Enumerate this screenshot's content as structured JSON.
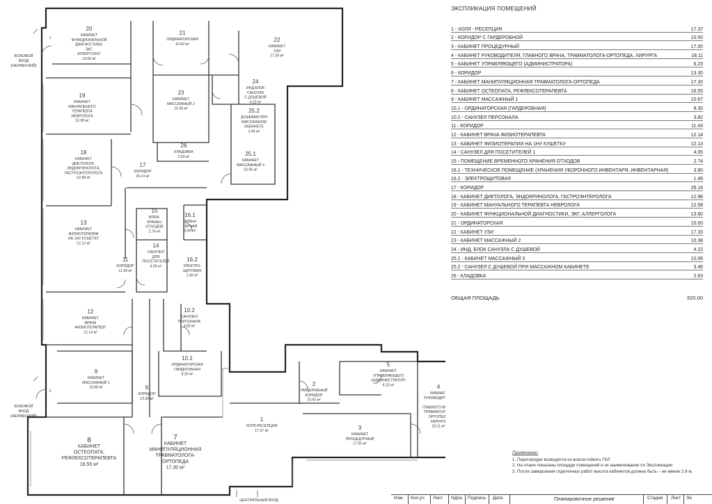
{
  "explication": {
    "title": "ЭКСПЛИКАЦИЯ ПОМЕЩЕНИЙ",
    "rows": [
      {
        "label": "1 - ХОЛЛ - РЕСЕПЦИЯ",
        "area": "17.37"
      },
      {
        "label": "2 - КОРИДОР С ГАРДЕРОБНОЙ",
        "area": "10.50"
      },
      {
        "label": "3 - КАБИНЕТ ПРОЦЕДУРНЫЙ",
        "area": "17.00"
      },
      {
        "label": "4 - КАБИНЕТ РУКОВОДИТЕЛЯ, ГЛАВНОГО ВРАЧА, ТРАВМАТОЛОГА-ОРТОПЕДА, ХИРУРГА",
        "area": "18.11"
      },
      {
        "label": "5 - КАБИНЕТ УПРАВЛЯЮЩЕГО (АДМИНИСТРАТОРА)",
        "area": "6.23"
      },
      {
        "label": "6 - КОРИДОР",
        "area": "13.30"
      },
      {
        "label": "7 - КАБИНЕТ МАНИПУЛЯЦИОННАЯ ТРАВМАТОЛОГА-ОРТОПЕДА",
        "area": "17.30"
      },
      {
        "label": "8 - КАБИНЕТ ОСТЕОПАТА, РЕФЛЕКСОТЕРАПЕВТА",
        "area": "16.55"
      },
      {
        "label": "9 - КАБИНЕТ МАССАЖНЫЙ 1",
        "area": "10.67"
      },
      {
        "label": "10.1 - ОРДИНАТОРСКАЯ (ГАРДЕРОБНАЯ)",
        "area": "8.30"
      },
      {
        "label": "10.2 - САНУЗЕЛ ПЕРСОНАЛА",
        "area": "3.82"
      },
      {
        "label": "11 - КОРИДОР",
        "area": "11.43"
      },
      {
        "label": "12 - КАБИНЕТ ВРАЧА ФИЗИОТЕРАПЕВТА",
        "area": "12.14"
      },
      {
        "label": "13 - КАБИНЕТ ФИЗИОТЕРАПИИ НА 1НУ КУШЕТКУ",
        "area": "12.13"
      },
      {
        "label": "14 - САНУЗЕЛ ДЛЯ ПОСЕТИТЕЛЕЙ 1",
        "area": "4.05"
      },
      {
        "label": "15 - ПОМЕЩЕНИЕ ВРЕМЕННОГО ХРАНЕНИЯ ОТХОДОВ",
        "area": "2.74"
      },
      {
        "label": "16.1 - ТЕХНИЧЕСКОЕ ПОМЕЩЕНИЕ (ХРАНЕНИЯ УБОРОЧНОГО ИНВЕНТАРЯ, ИНВЕНТАРНАЯ)",
        "area": "3.90"
      },
      {
        "label": "16.2 - ЭЛЕКТРОЩИТОВАЯ",
        "area": "1.49"
      },
      {
        "label": "17 - КОРИДОР",
        "area": "26.14"
      },
      {
        "label": "18 - КАБИНЕТ ДИЕТОЛОГА, ЭНДОКРИНОЛОГА, ГАСТРОЭНТЕРОЛОГА",
        "area": "12.98"
      },
      {
        "label": "19 - КАБИНЕТ МАНУАЛЬНОГО ТЕРАПЕВТА НЕВРОЛОГА",
        "area": "12.58"
      },
      {
        "label": "20 - КАБИНЕТ ФУНКЦИОНАЛЬНОЙ ДИАГНОСТИКИ, ЭКГ, АЛЛЕРГОЛОГА",
        "area": "13.60"
      },
      {
        "label": "21 - ОРДИНАТОРСКАЯ",
        "area": "10.00"
      },
      {
        "label": "22 - КАБИНЕТ УЗИ",
        "area": "17.33"
      },
      {
        "label": "23 - КАБИНЕТ МАССАЖНЫЙ 2",
        "area": "10.38"
      },
      {
        "label": "24 - ИНД. БЛОК САНУЗЛА С ДУШЕВОЙ",
        "area": "4.22"
      },
      {
        "label": "25.1 - КАБИНЕТ МАССАЖНЫЙ 3",
        "area": "10.06"
      },
      {
        "label": "25.2 - САНУЗЕЛ С ДУШЕВОЙ ПРИ МАССАЖНОМ КАБИНЕТЕ",
        "area": "3.46"
      },
      {
        "label": "26 - КЛАДОВКА",
        "area": "2.63"
      }
    ],
    "total_label": "ОБЩАЯ ПЛОЩАДЬ",
    "total_value": "320.00"
  },
  "notes": {
    "title": "Примечание:",
    "lines": [
      "1. Перегородки возводятся из влагостойкого ГКЛ",
      "2. На плане показаны площади помещений и их наименование по Экспликации",
      "3. После завершения отделочных работ высота кабинетов должна быть – не менее 2.6 м."
    ]
  },
  "stamp": {
    "cells": [
      "Изм.",
      "Кол.уч",
      "Лист",
      "NДок.",
      "Подпись",
      "Дата",
      "Планировочное решение",
      "Стадия",
      "Лист",
      "Ли"
    ]
  },
  "plan": {
    "rooms": [
      {
        "id": "20",
        "lines": [
          "КАБИНЕТ",
          "ФУНКЦИОНАЛЬНОЙ",
          "ДИАГНОСТИКИ,",
          "ЭКГ,",
          "АЛЛЕРГОЛОГ",
          "13.60 м²"
        ]
      },
      {
        "id": "21",
        "lines": [
          "ОРДИНАТОРСКАЯ",
          "10.00 м²"
        ]
      },
      {
        "id": "22",
        "lines": [
          "КАБИНЕТ",
          "УЗИ",
          "17.33 м²"
        ]
      },
      {
        "id": "19",
        "lines": [
          "КАБИНЕТ",
          "МАНУАЛЬНОГО",
          "ТЕРАПЕВТА",
          "НЕВРОЛОГА",
          "12.58 м²"
        ]
      },
      {
        "id": "23",
        "lines": [
          "КАБИНЕТ",
          "МАССАЖНЫЙ 2",
          "10.38 м²"
        ]
      },
      {
        "id": "24",
        "lines": [
          "ИНД.БЛОК",
          "САНУЗЛА",
          "С ДУШЕВОЙ",
          "4.22 м²"
        ]
      },
      {
        "id": "25.2",
        "lines": [
          "ДУШЕВАЯ ПРИ",
          "МАССАЖНОМ",
          "КАБИНЕТЕ",
          "3.46 м²"
        ]
      },
      {
        "id": "18",
        "lines": [
          "КАБИНЕТ",
          "ДИЕТОЛОГА,",
          "ЭНДОКРИНОЛОГА,",
          "ГАСТРОЭНТЕРОЛОГА",
          "12.98 м²"
        ]
      },
      {
        "id": "26",
        "lines": [
          "КЛАДОВКА",
          "2.63 м²"
        ]
      },
      {
        "id": "17",
        "lines": [
          "КОРИДОР",
          "26.14 м²"
        ]
      },
      {
        "id": "25.1",
        "lines": [
          "КАБИНЕТ",
          "МАССАЖНЫЙ 3",
          "10.06 м²"
        ]
      },
      {
        "id": "15",
        "lines": [
          "ВРЕМ.",
          "ХРАНЕН.",
          "ОТХОДОВ",
          "2.74 м²"
        ]
      },
      {
        "id": "16.1",
        "lines": [
          "ИНВЕН-",
          "ТАРНАЯ",
          "3.90 м²"
        ]
      },
      {
        "id": "13",
        "lines": [
          "КАБИНЕТ",
          "ФИЗИОТЕРАПИИ",
          "НА 1НУ КУШЕТКУ",
          "12.13 м²"
        ]
      },
      {
        "id": "14",
        "lines": [
          "САНУЗЕЛ",
          "ДЛЯ",
          "ПОСЕТИТЕЛЕЙ",
          "4.05 м²"
        ]
      },
      {
        "id": "16.2",
        "lines": [
          "ЭЛЕКТРО-",
          "ЩИТОВАЯ",
          "1.49 м²"
        ]
      },
      {
        "id": "11",
        "lines": [
          "КОРИДОР",
          "11.43 м²"
        ]
      },
      {
        "id": "10.2",
        "lines": [
          "САНУЗЕЛ",
          "ПЕРСОНАЛА",
          "3.82 м²"
        ]
      },
      {
        "id": "12",
        "lines": [
          "КАБИНЕТ",
          "ВРАЧА",
          "ФИЗИОТЕРАПЕВТ",
          "12.14 м²"
        ]
      },
      {
        "id": "10.1",
        "lines": [
          "ОРДИНАТОРСКАЯ",
          "ГАРДЕРОБНАЯ",
          "8.30 м²"
        ]
      },
      {
        "id": "5",
        "lines": [
          "КАБИНЕТ",
          "УПРАВЛЯЮЩЕГО",
          "(АДМИНИСТРАТОР)",
          "6.23 м²"
        ]
      },
      {
        "id": "9",
        "lines": [
          "КАБИНЕТ",
          "МАССАЖНЫЙ 1",
          "10.68 м²"
        ]
      },
      {
        "id": "2",
        "lines": [
          "ГАРДЕРОБНЫЙ",
          "КОРИДОР",
          "10.50 м²"
        ]
      },
      {
        "id": "6",
        "lines": [
          "КОРИДОР",
          "13.30 м²"
        ]
      },
      {
        "id": "4",
        "lines": [
          "КАБИНЕТ",
          "РУКОВОДИТЕЛЯ",
          "",
          "ГЛАВНОГО ВРАЧА,",
          "ТРАВМАТОЛОГА-",
          "ОРТОПЕДА",
          "ХИРУРГА",
          "18.11 м²"
        ]
      },
      {
        "id": "1",
        "lines": [
          "ХОЛЛ-РЕСЕПЦИЯ",
          "17.37 м²"
        ]
      },
      {
        "id": "3",
        "lines": [
          "КАБИНЕТ",
          "ПРОЦЕДУРНЫЙ",
          "17.00 м²"
        ]
      },
      {
        "id": "8",
        "lines": [
          "КАБИНЕТ",
          "ОСТЕОПАТА,",
          "РЕФЛЕКСОТЕРАПЕВТА",
          "16.55 м²"
        ]
      },
      {
        "id": "7",
        "lines": [
          "КАБИНЕТ",
          "МАНИПУЛЯЦИОННАЯ",
          "ТРАВМАТОЛОГА-",
          "ОРТОПЕДА",
          "17.30 м²"
        ]
      }
    ],
    "entrances": [
      {
        "num": "1",
        "lines": [
          "БОКОВОЙ",
          "ВХОД",
          "(НЕРАБОЧИЙ)"
        ]
      },
      {
        "num": "2",
        "lines": [
          "БОКОВОЙ",
          "ВХОД",
          "(НЕРАБОЧИЙ)"
        ]
      }
    ],
    "main_entrance": "ЦЕНТРАЛЬНЫЙ ВХОД"
  }
}
